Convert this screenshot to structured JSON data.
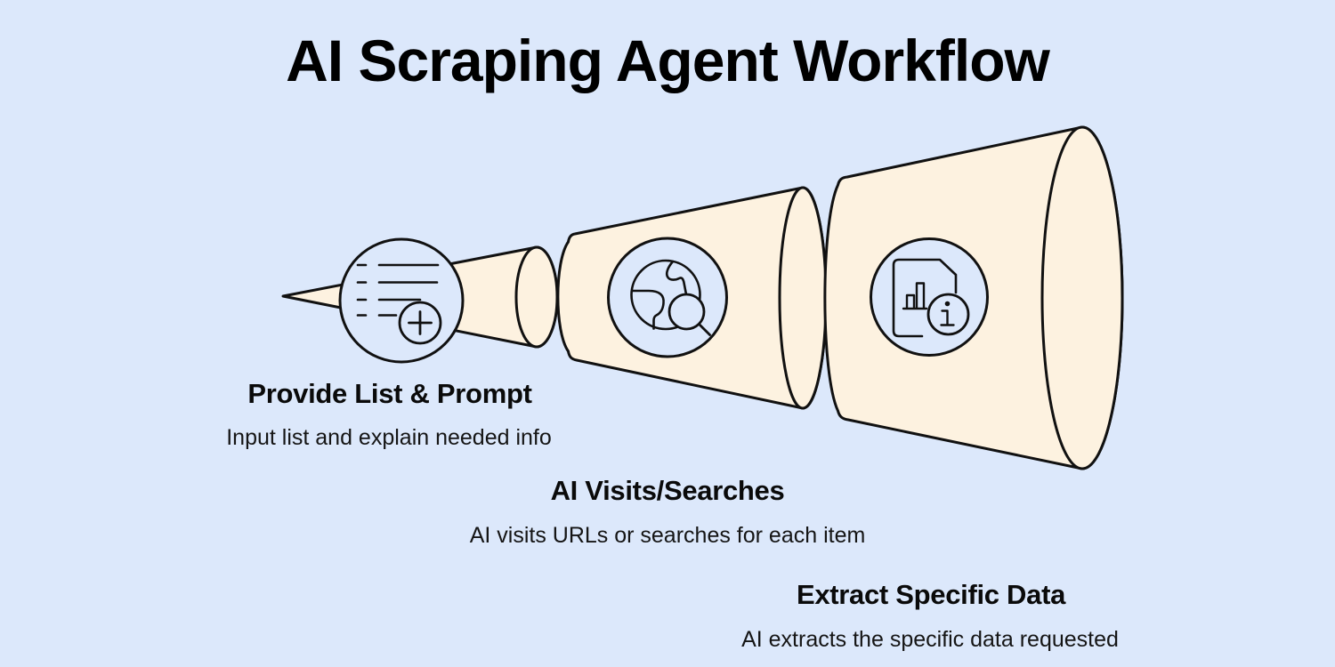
{
  "page": {
    "background_color": "#dce8fb"
  },
  "title": "AI Scraping Agent Workflow",
  "funnel": {
    "fill_color": "#fdf2e0",
    "outline_color": "#111111",
    "icon_circle_color": "#dce8fb",
    "segments": [
      {
        "icon": "list-plus-icon"
      },
      {
        "icon": "globe-search-icon"
      },
      {
        "icon": "document-info-icon"
      }
    ]
  },
  "steps": [
    {
      "title": "Provide List & Prompt",
      "subtitle": "Input list and explain needed info"
    },
    {
      "title": "AI Visits/Searches",
      "subtitle": "AI visits URLs or searches for each item"
    },
    {
      "title": "Extract Specific Data",
      "subtitle": "AI extracts the specific data requested"
    }
  ]
}
